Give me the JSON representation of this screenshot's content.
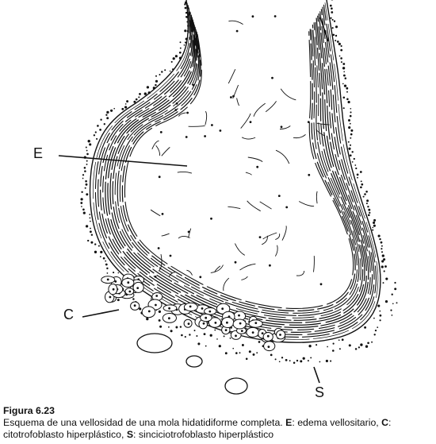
{
  "labels": {
    "e": "E",
    "c": "C",
    "s": "S"
  },
  "caption": {
    "title": "Figura 6.23",
    "text_1": "Esquema de una vellosidad de una mola hidatidiforme completa. ",
    "key_e": "E",
    "text_2": ": edema vellositario, ",
    "key_c": "C",
    "text_3": ": citotrofoblasto hiperplástico, ",
    "key_s": "S",
    "text_4": ": sinciciotrofoblasto hiperplástico"
  },
  "colors": {
    "ink": "#111111",
    "background": "#ffffff"
  }
}
